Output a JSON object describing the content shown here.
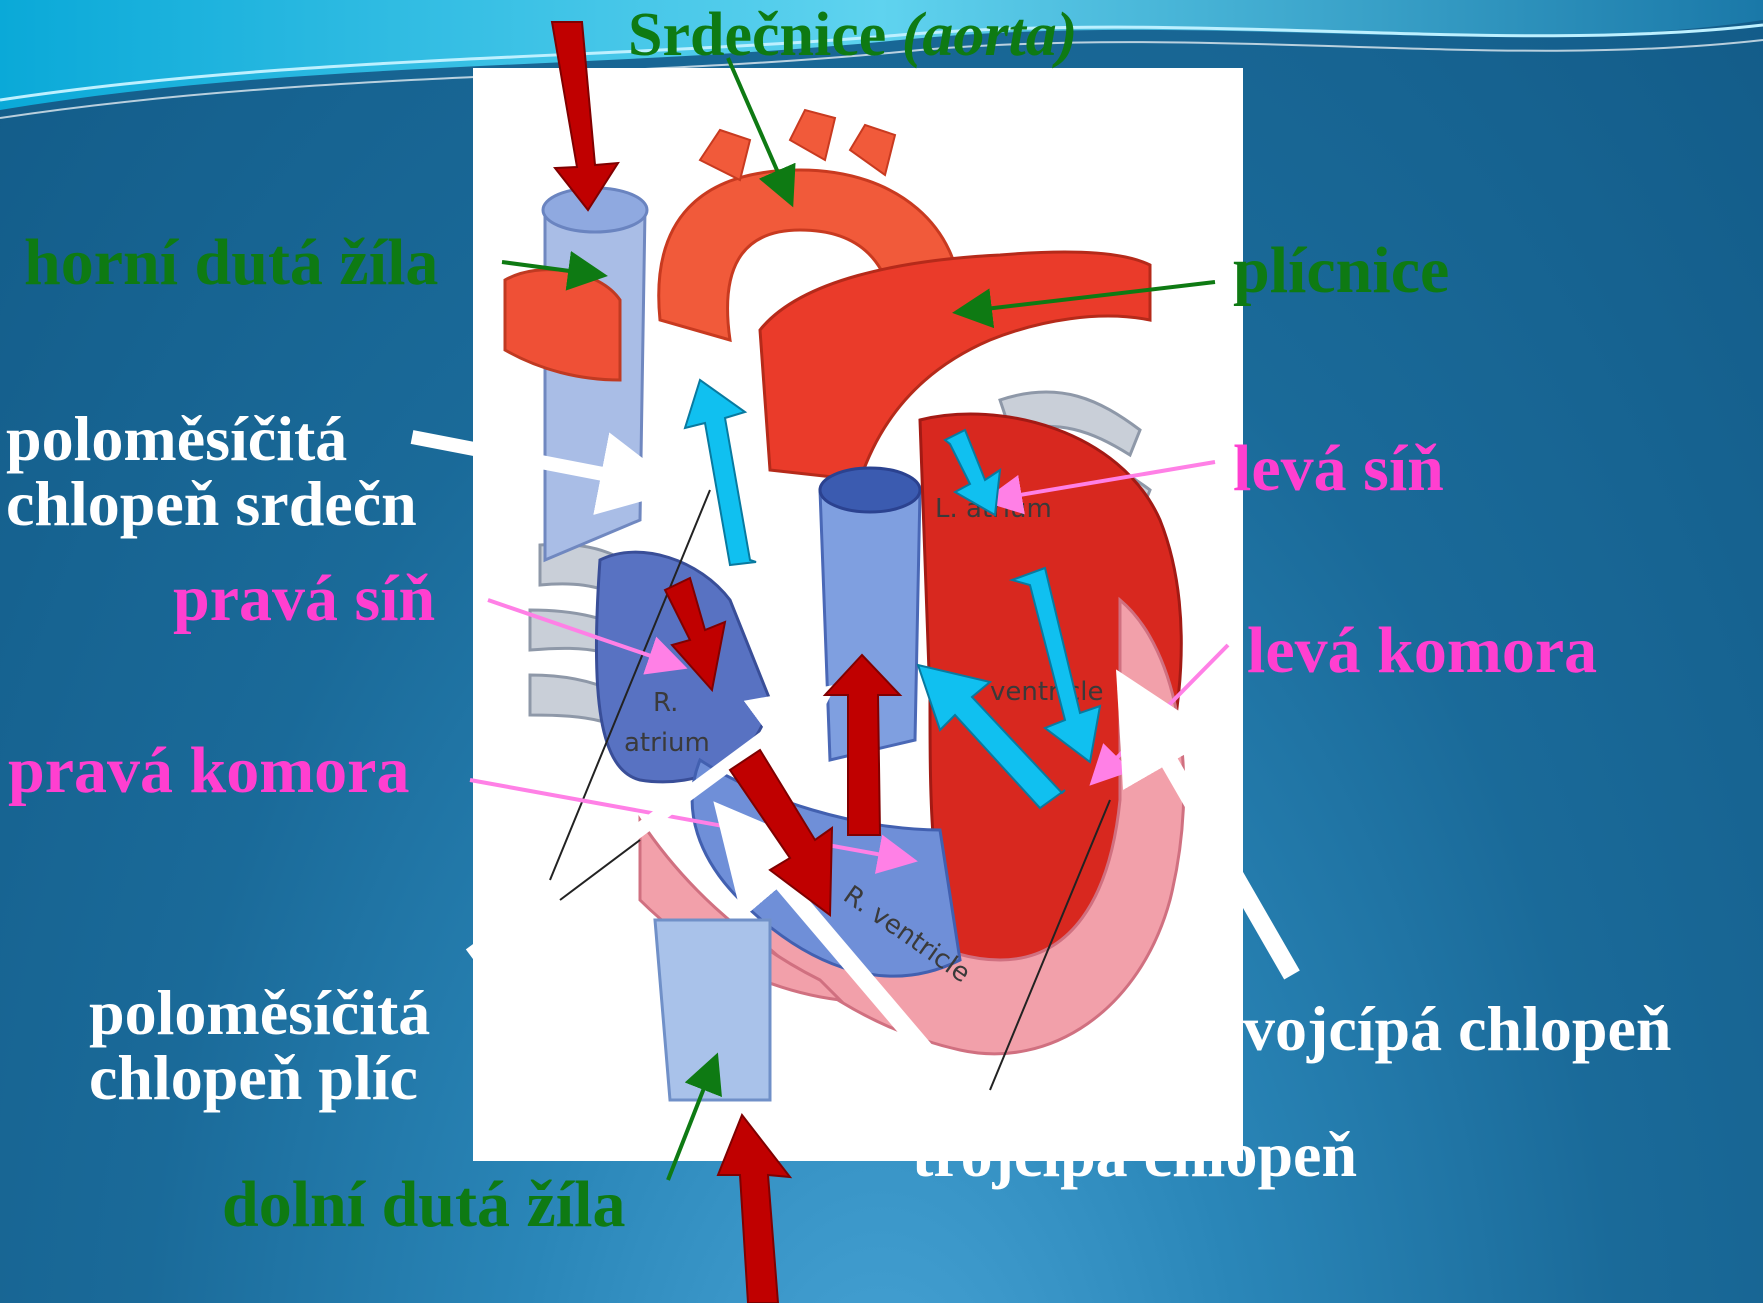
{
  "title": {
    "main": "Srdečnice ",
    "italic": "(aorta)"
  },
  "labels": {
    "horni_duta_zila": "horní dutá žíla",
    "plicnice": "plícnice",
    "polomesicita_1_line1": "poloměsíčitá",
    "polomesicita_1_line2": "chlopeň srdečn",
    "prava_sin": "pravá síň",
    "leva_sin": "levá síň",
    "leva_komora": "levá komora",
    "prava_komora": "pravá komora",
    "polomesicita_2_line1": "poloměsíčitá",
    "polomesicita_2_line2": "chlopeň plíc",
    "dvojcipa": "vojcípá chlopeň",
    "trojcipa": "trojcípá chlopeň",
    "dolni_duta_zila": "dolní dutá žíla"
  },
  "image_labels": {
    "r_atrium_1": "R.",
    "r_atrium_2": "atrium",
    "l_atrium": "L. atrium",
    "ventricle": "ventricle",
    "r_ventricle": "R. ventricle"
  },
  "colors": {
    "green": "#0e7a13",
    "pink": "#ff3fd0",
    "white": "#ffffff",
    "red_arrow": "#c00000",
    "blue_arrow": "#10c0f0"
  }
}
